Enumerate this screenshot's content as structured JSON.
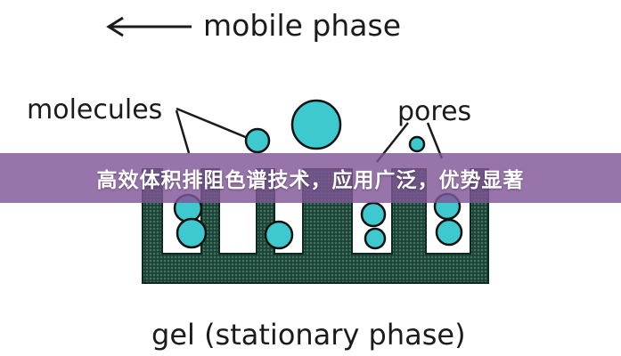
{
  "diagram": {
    "mobile_phase_label": "mobile phase",
    "molecules_label": "molecules",
    "pores_label": "pores",
    "gel_label": "gel (stationary phase)"
  },
  "banner": {
    "text": "高效体积排阻色谱技术，应用广泛，优势显著"
  },
  "colors": {
    "molecule_fill": "#3ec9cf",
    "molecule_stroke": "#111111",
    "gel_fill": "#1f4a3c",
    "banner_bg": "#805696",
    "banner_text": "#ffffff"
  }
}
